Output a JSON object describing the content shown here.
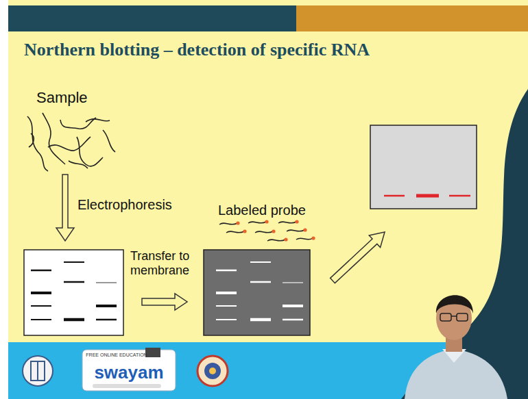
{
  "diagram": {
    "title": "Northern blotting – detection of specific RNA",
    "labels": [
      "Sample",
      "Electrophoresis",
      "Transfer to membrane",
      "Labeled probe",
      "FREE ONLINE EDUCATION",
      "swayam"
    ]
  }
}
